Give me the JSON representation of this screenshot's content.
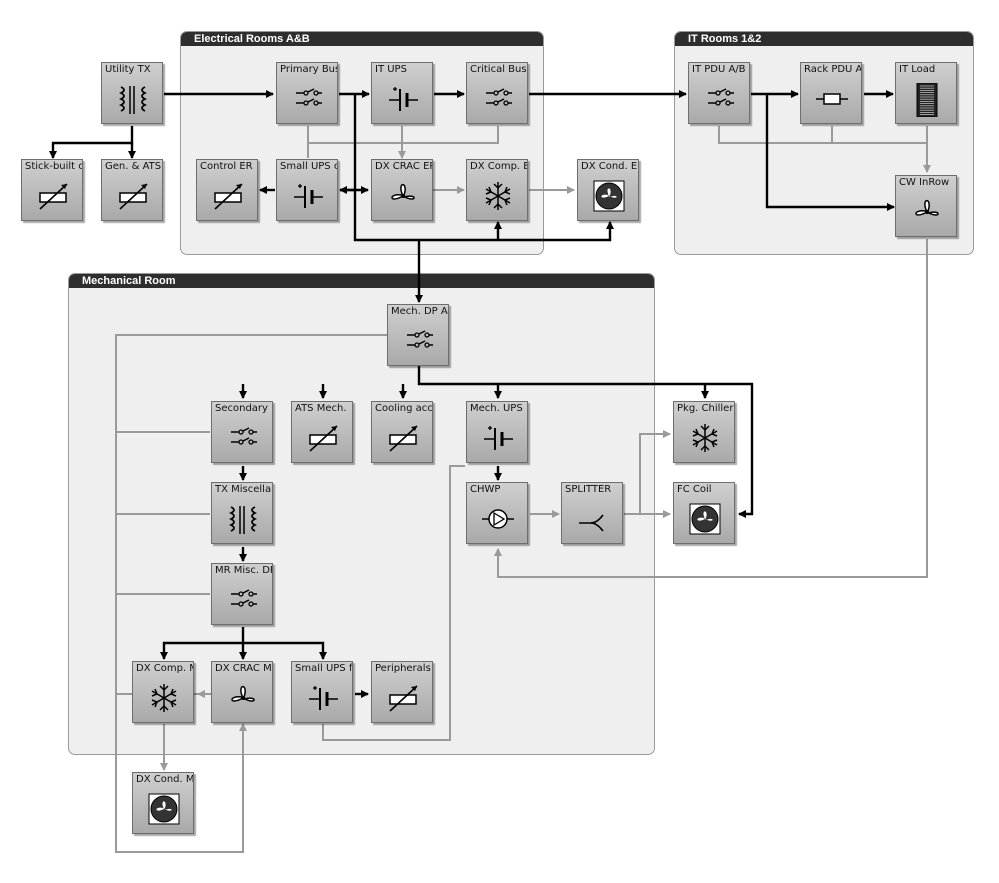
{
  "rooms": [
    {
      "id": "electrical",
      "title": "Electrical Rooms A&B"
    },
    {
      "id": "it",
      "title": "IT Rooms 1&2"
    },
    {
      "id": "mechanical",
      "title": "Mechanical Room"
    }
  ],
  "nodes": [
    {
      "id": "utility-tx",
      "label": "Utility TX",
      "icon": "transformer-icon"
    },
    {
      "id": "stick-built",
      "label": "Stick-built cos",
      "icon": "variable-resistor-icon"
    },
    {
      "id": "gen-ats",
      "label": "Gen. & ATS",
      "icon": "variable-resistor-icon"
    },
    {
      "id": "primary-bus",
      "label": "Primary Bus",
      "icon": "switch-icon"
    },
    {
      "id": "it-ups",
      "label": "IT UPS",
      "icon": "battery-icon"
    },
    {
      "id": "critical-bus",
      "label": "Critical Bus",
      "icon": "switch-icon"
    },
    {
      "id": "control-er",
      "label": "Control ER",
      "icon": "variable-resistor-icon"
    },
    {
      "id": "small-ups-con",
      "label": "Small UPS con",
      "icon": "battery-icon"
    },
    {
      "id": "dx-crac-er",
      "label": "DX CRAC ER",
      "icon": "fan-icon"
    },
    {
      "id": "dx-comp-er",
      "label": "DX Comp. ER",
      "icon": "snowflake-icon"
    },
    {
      "id": "dx-cond-er",
      "label": "DX Cond. ER",
      "icon": "condenser-fan-icon"
    },
    {
      "id": "it-pdu",
      "label": "IT PDU A/B",
      "icon": "switch-icon"
    },
    {
      "id": "rack-pdu",
      "label": "Rack PDU A/B",
      "icon": "resistor-icon"
    },
    {
      "id": "it-load",
      "label": "IT Load",
      "icon": "server-rack-icon"
    },
    {
      "id": "cw-inrow",
      "label": "CW InRow",
      "icon": "fan-icon"
    },
    {
      "id": "mech-dp",
      "label": "Mech. DP A&B",
      "icon": "switch-icon"
    },
    {
      "id": "secondary-dp",
      "label": "Secondary DP",
      "icon": "switch-icon"
    },
    {
      "id": "ats-mech",
      "label": "ATS Mech.",
      "icon": "variable-resistor-icon"
    },
    {
      "id": "cooling-acces",
      "label": "Cooling acces",
      "icon": "variable-resistor-icon"
    },
    {
      "id": "mech-ups",
      "label": "Mech. UPS",
      "icon": "battery-icon"
    },
    {
      "id": "pkg-chiller",
      "label": "Pkg. Chiller",
      "icon": "snowflake-icon"
    },
    {
      "id": "tx-misc",
      "label": "TX Miscellane",
      "icon": "transformer-icon"
    },
    {
      "id": "chwp",
      "label": "CHWP",
      "icon": "pump-icon"
    },
    {
      "id": "splitter",
      "label": "SPLITTER",
      "icon": "splitter-icon"
    },
    {
      "id": "fc-coil",
      "label": "FC Coil",
      "icon": "condenser-fan-icon"
    },
    {
      "id": "mr-misc-dp",
      "label": "MR Misc. DP",
      "icon": "switch-icon"
    },
    {
      "id": "dx-comp-mr",
      "label": "DX Comp. MR",
      "icon": "snowflake-icon"
    },
    {
      "id": "dx-crac-mr",
      "label": "DX CRAC MR",
      "icon": "fan-icon"
    },
    {
      "id": "small-ups-for",
      "label": "Small UPS for",
      "icon": "battery-icon"
    },
    {
      "id": "peripherals-dp",
      "label": "Peripherals DP",
      "icon": "variable-resistor-icon"
    },
    {
      "id": "dx-cond-mr",
      "label": "DX Cond. MR",
      "icon": "condenser-fan-icon"
    }
  ],
  "colors": {
    "power_line": "#000000",
    "cooling_line": "#9a9a9a",
    "room_header": "#2e2e2e",
    "room_bg": "#efefef"
  }
}
